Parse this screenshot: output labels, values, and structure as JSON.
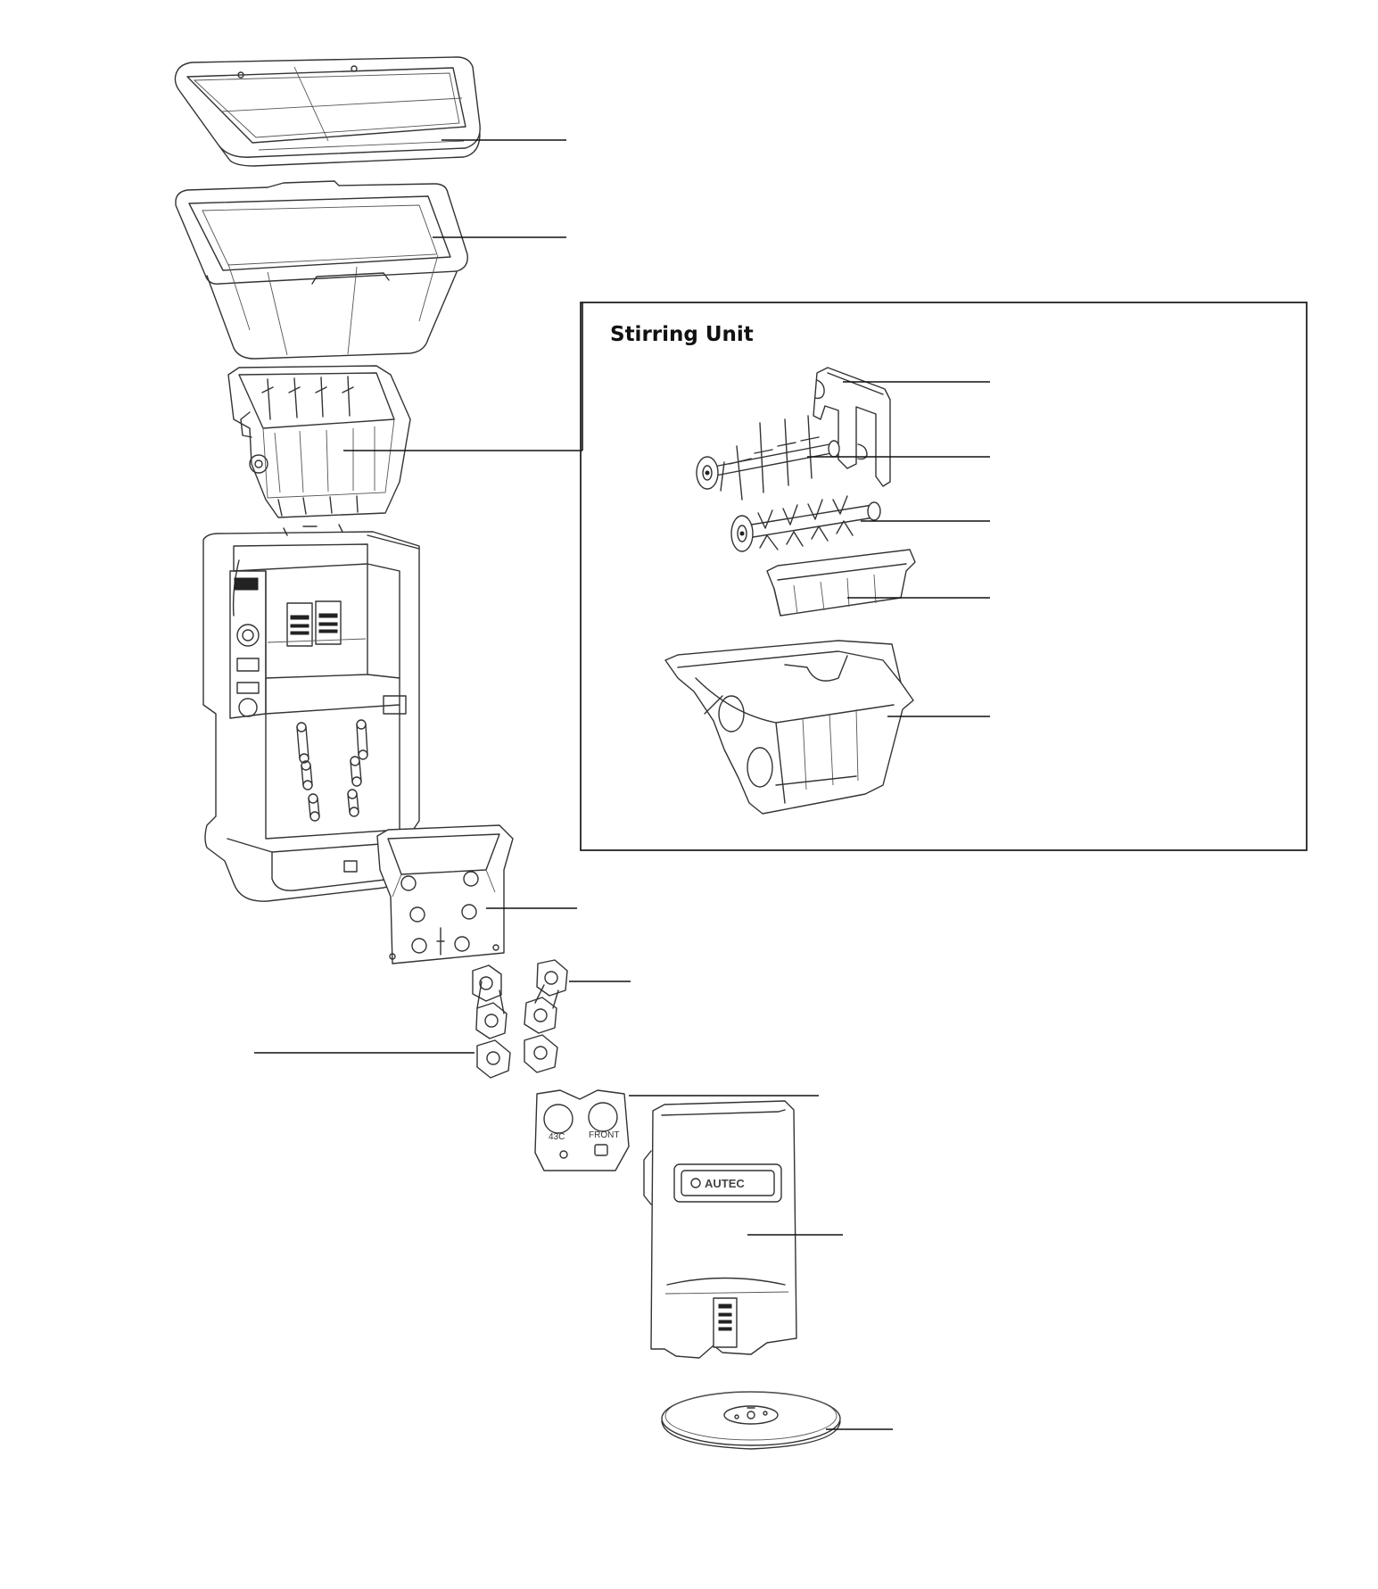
{
  "inset": {
    "title": "Stirring Unit"
  },
  "printed_marks": {
    "plate_model": "43C",
    "plate_front": "FRONT",
    "brand_logo": "AUTEC"
  }
}
